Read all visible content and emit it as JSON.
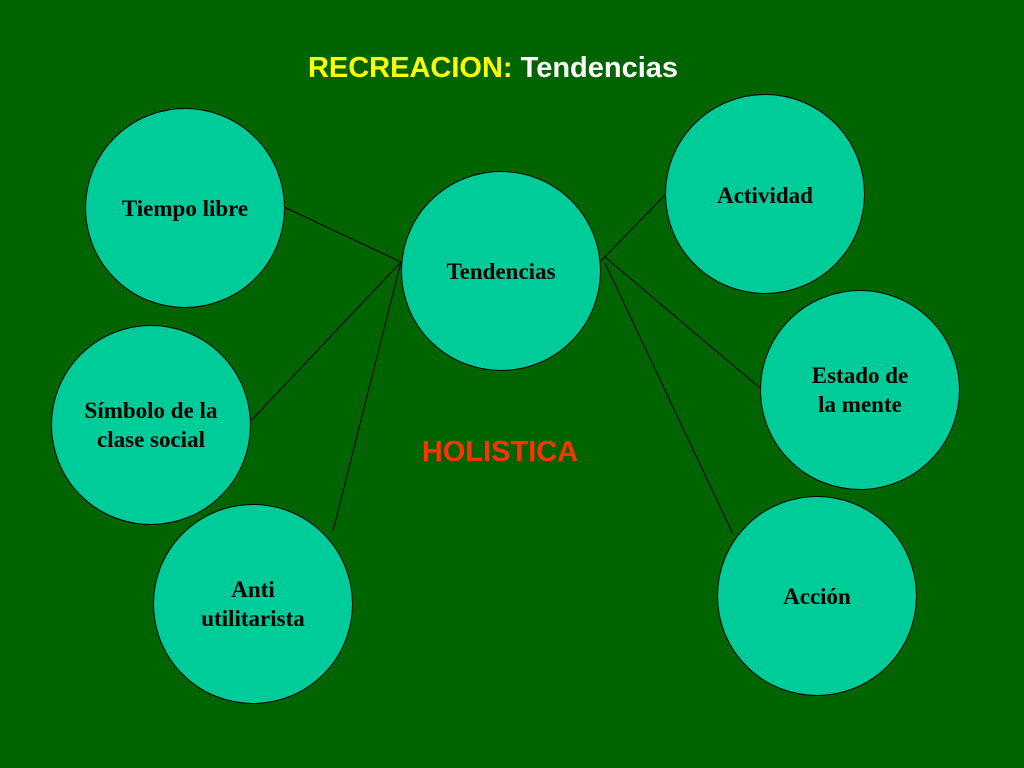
{
  "title": {
    "prefix": "RECREACION:",
    "suffix": "Tendencias"
  },
  "center": {
    "label": "Tendencias"
  },
  "nodes": [
    {
      "label": "Tiempo libre"
    },
    {
      "label": "Símbolo de la\nclase social"
    },
    {
      "label": "Anti\nutilitarista"
    },
    {
      "label": "Actividad"
    },
    {
      "label": "Estado  de\nla mente"
    },
    {
      "label": "Acción"
    }
  ],
  "footer": {
    "label": "HOLISTICA"
  },
  "colors": {
    "background": "#006400",
    "node_fill": "#00cc99",
    "title_prefix": "#ffff00",
    "title_suffix": "#ffffff",
    "footer_text": "#ff3300"
  }
}
